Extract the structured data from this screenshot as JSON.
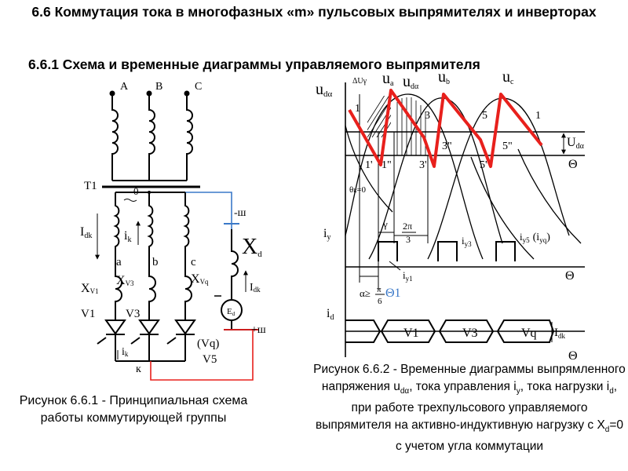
{
  "slide": {
    "title": "6.6 Коммутация тока в многофазных «m» пульсовых выпрямителях и инверторах",
    "subtitle": "6.6.1 Схема и временные диаграммы управляемого выпрямителя"
  },
  "figure1": {
    "phase_labels": [
      "A",
      "B",
      "C"
    ],
    "transformer_label": "T1",
    "neutral_label": "0",
    "current_label_idk": "I",
    "current_label_idk_sub": "dk",
    "current_label_ik": "i",
    "current_label_ik_sub": "k",
    "leg_labels": [
      "a",
      "b",
      "c"
    ],
    "reactance_labels": [
      {
        "main": "X",
        "sub": "V1"
      },
      {
        "main": "X",
        "sub": "V3"
      },
      {
        "main": "X",
        "sub": "Vq"
      }
    ],
    "valve_labels": [
      "V1",
      "V3",
      "(Vq)",
      "V5"
    ],
    "ik_bottom": "i",
    "ik_bottom_sub": "k",
    "node_k": "к",
    "minus_terminal": "-ш",
    "plus_terminal": "+ш",
    "xd_label": "X",
    "xd_sub": "d",
    "idk_load": "I",
    "idk_load_sub": "dk",
    "ed_label": "E",
    "ed_sub": "d",
    "caption": "Рисунок 6.6.1 - Принципиальная схема работы коммутирующей группы"
  },
  "figure2": {
    "udalpha_axis": {
      "main": "u",
      "sub": "dα"
    },
    "delta_u": "ΔUγ",
    "phase_u": [
      {
        "main": "u",
        "sub": "a"
      },
      {
        "main": "u",
        "sub": "dα"
      },
      {
        "main": "u",
        "sub": "b"
      },
      {
        "main": "u",
        "sub": "c"
      }
    ],
    "points": [
      "1",
      "3",
      "5",
      "1",
      "3\"",
      "5\"",
      "1'",
      "1\"",
      "3'",
      "5'"
    ],
    "ud_level": {
      "main": "U",
      "sub": "dα"
    },
    "theta": "Θ",
    "theta_zero": "θₖ=0",
    "gamma": "γ",
    "two_pi_over_3": {
      "num": "2π",
      "den": "3"
    },
    "iy_axis": "i",
    "iy_axis_sub": "y",
    "iy_labels": [
      {
        "main": "i",
        "sub": "y3"
      },
      {
        "main": "i",
        "sub": "y5"
      },
      {
        "main": "i",
        "sub": "y1"
      }
    ],
    "iy5_alt": "(i",
    "iy5_alt_sub": "yq",
    "iy5_alt_close": ")",
    "alpha_label": "α≥",
    "pi_over_6": {
      "num": "π",
      "den": "6"
    },
    "theta1": "Θ1",
    "id_axis": "i",
    "id_axis_sub": "d",
    "conduction": [
      "V1",
      "V3",
      "Vq"
    ],
    "idk": "I",
    "idk_sub": "dk",
    "caption_parts": {
      "p1": "Рисунок 6.6.2 - Временные диаграммы выпрямленного напряжения u",
      "s1": "dα",
      "p2": ", тока управления i",
      "s2": "y",
      "p3": ", тока нагрузки i",
      "s3": "d",
      "p4": ", при работе трехпульсового управляемого выпрямителя на активно-индуктивную нагрузку с X",
      "s4": "d",
      "p5": "=0 с учетом угла коммутации"
    }
  },
  "colors": {
    "wire_red": "#e8201c",
    "wire_blue": "#3a78c8",
    "load_red": "#cc1f1f",
    "ink": "#000000"
  }
}
